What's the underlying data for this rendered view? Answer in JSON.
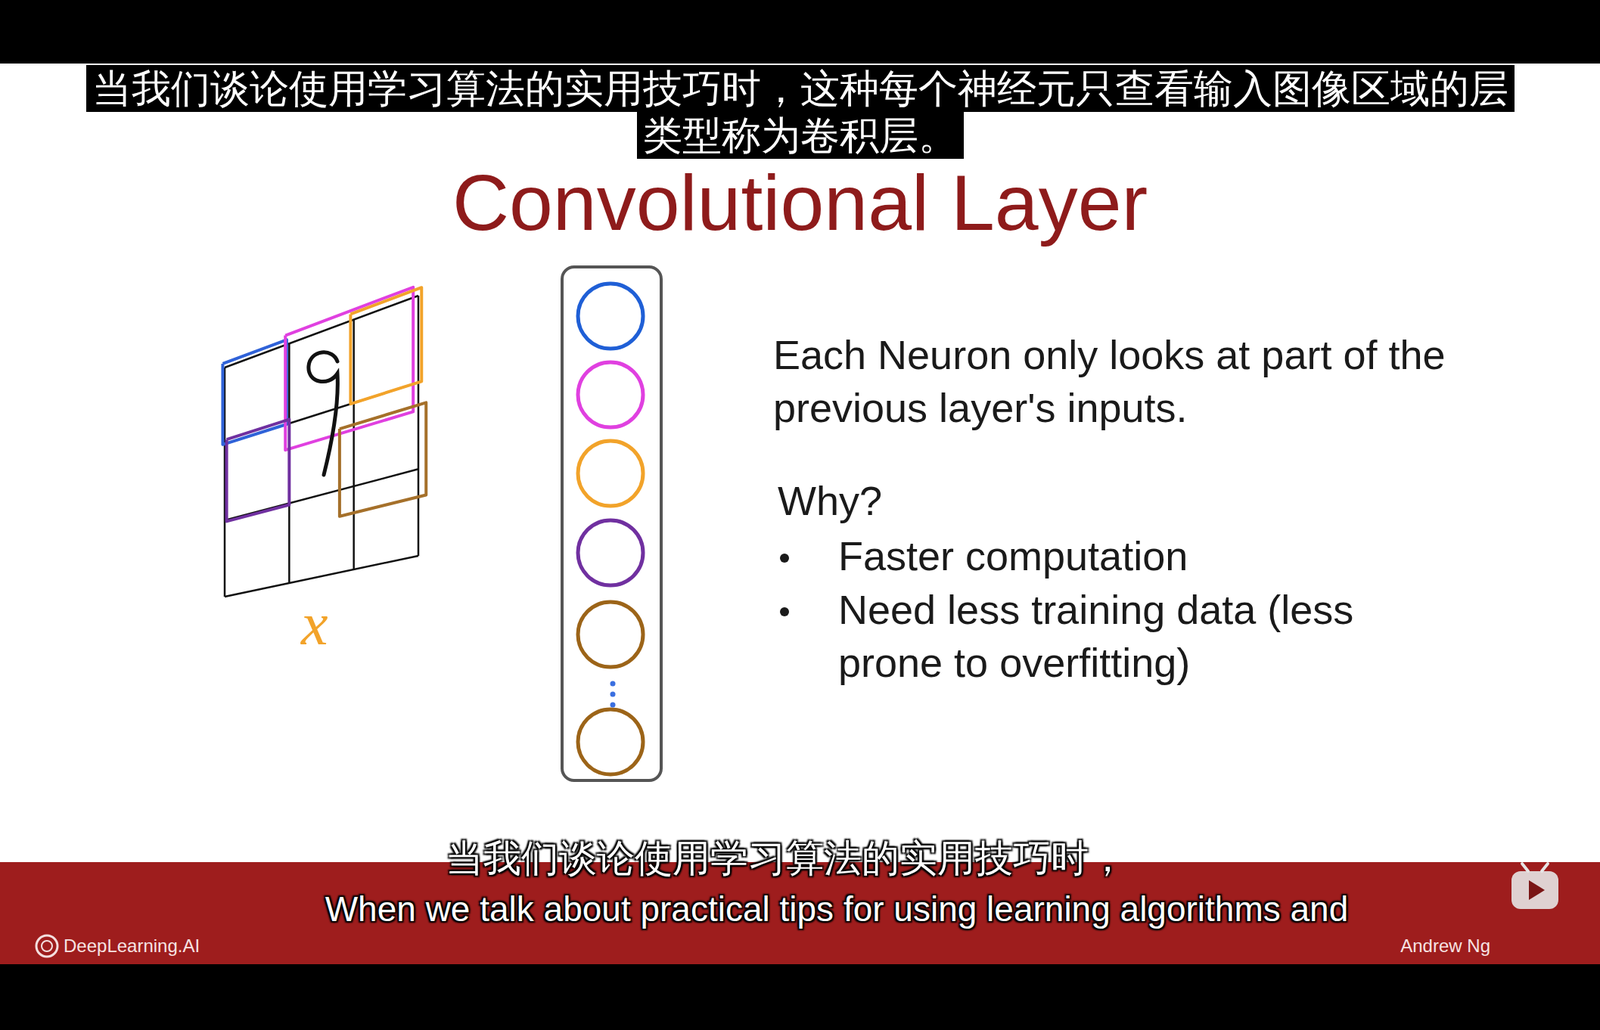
{
  "diagram": {
    "title": "Convolutional Layer",
    "labels": [
      "当我们谈论使用学习算法的实用技巧时，这种每个神经元只查看输入图像区域的层类型称为卷积层。",
      "x",
      "Each Neuron only looks at part of the previous layer's inputs.",
      "Why?",
      "Faster computation",
      "Need less training data (less prone to overfitting)",
      "当我们谈论使用学习算法的实用技巧时，",
      "When we talk about practical tips for using learning algorithms and",
      "DeepLearning.AI",
      "Andrew Ng"
    ]
  }
}
